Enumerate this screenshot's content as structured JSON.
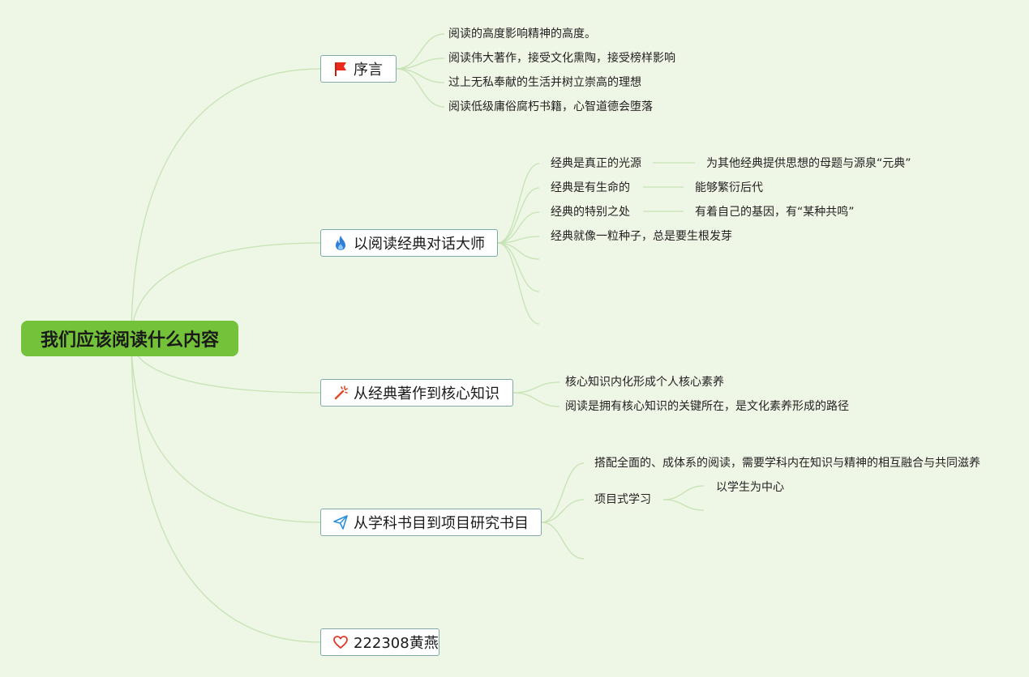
{
  "root": {
    "label": "我们应该阅读什么内容"
  },
  "branches": [
    {
      "label": "序言",
      "icon": "red-flag-icon",
      "children": [
        "阅读的高度影响精神的高度。",
        "阅读伟大著作，接受文化熏陶，接受榜样影响",
        "过上无私奉献的生活并树立崇高的理想",
        "阅读低级庸俗腐朽书籍，心智道德会堕落"
      ]
    },
    {
      "label": "以阅读经典对话大师",
      "icon": "fire-icon",
      "children": [
        {
          "label": "经典是真正的光源",
          "sub": "为其他经典提供思想的母题与源泉“元典”"
        },
        {
          "label": "经典是有生命的",
          "sub": "能够繁衍后代"
        },
        {
          "label": "经典的特别之处",
          "sub": "有着自己的基因，有“某种共鸣”"
        },
        {
          "label": "经典就像一粒种子，总是要生根发芽"
        }
      ]
    },
    {
      "label": "从经典著作到核心知识",
      "icon": "magic-wand-icon",
      "children": [
        "核心知识内化形成个人核心素养",
        "阅读是拥有核心知识的关键所在，是文化素养形成的路径"
      ]
    },
    {
      "label": "从学科书目到项目研究书目",
      "icon": "paper-plane-icon",
      "children": [
        {
          "label": "搭配全面的、成体系的阅读，需要学科内在知识与精神的相互融合与共同滋养"
        },
        {
          "label": "项目式学习",
          "sub": "以学生为中心"
        }
      ]
    },
    {
      "label": "222308黄燕",
      "icon": "heart-icon",
      "children": []
    }
  ],
  "colors": {
    "background": "#eef6e6",
    "root": "#73c23a",
    "connector": "#c6e3b4",
    "branch_border": "#7fa9ad",
    "flag": "#e8291c",
    "fire": "#2f7fd8",
    "wand": "#e04a2a",
    "plane": "#2b8fd9",
    "heart": "#e0392b"
  }
}
